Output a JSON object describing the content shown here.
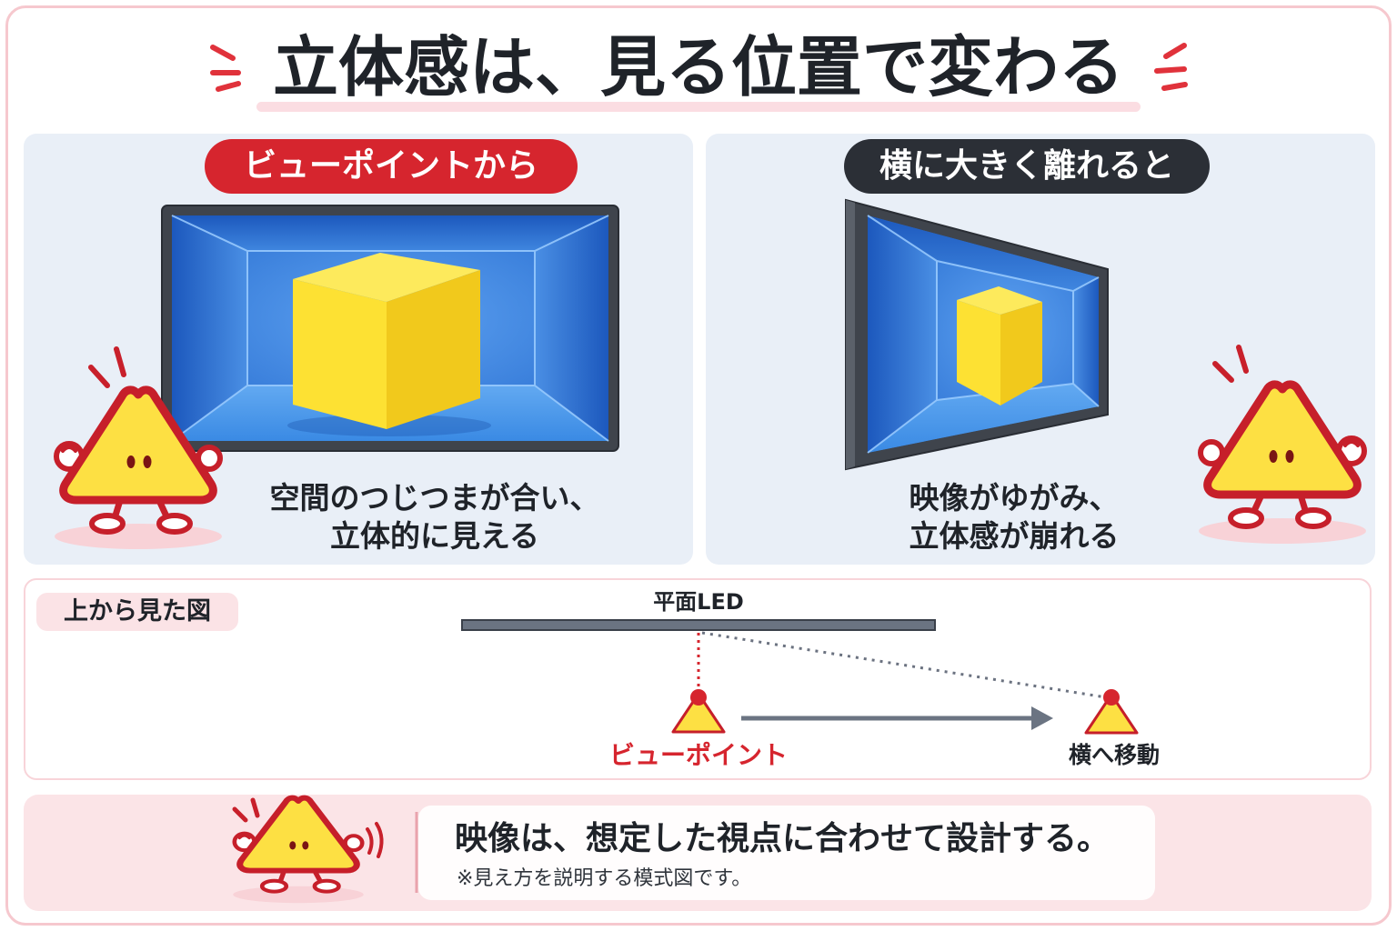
{
  "title": "立体感は、見る位置で変わる",
  "panels": {
    "left": {
      "label": "ビューポイントから",
      "caption_line1": "空間のつじつまが合い、",
      "caption_line2": "立体的に見える"
    },
    "right": {
      "label": "横に大きく離れると",
      "caption_line1": "映像がゆがみ、",
      "caption_line2": "立体感が崩れる"
    }
  },
  "top_view": {
    "label": "上から見た図",
    "led_label": "平面LED",
    "viewpoint_label": "ビューポイント",
    "move_label": "横へ移動"
  },
  "footer": {
    "message": "映像は、想定した視点に合わせて設計する。",
    "note": "※見え方を説明する模式図です。"
  },
  "colors": {
    "accent": "#d6252e",
    "dark": "#2b2f36",
    "ink": "#1f2329",
    "panel": "#e9eff7",
    "pink": "#fbe4e7",
    "border": "#f6c8ce",
    "screen_blue": "#2f73d1",
    "cube_yellow": "#fde133"
  },
  "icons": {
    "mascot": "triangle-mascot-icon",
    "viewer": "viewer-triangle-icon",
    "arrow": "arrow-right-icon"
  }
}
